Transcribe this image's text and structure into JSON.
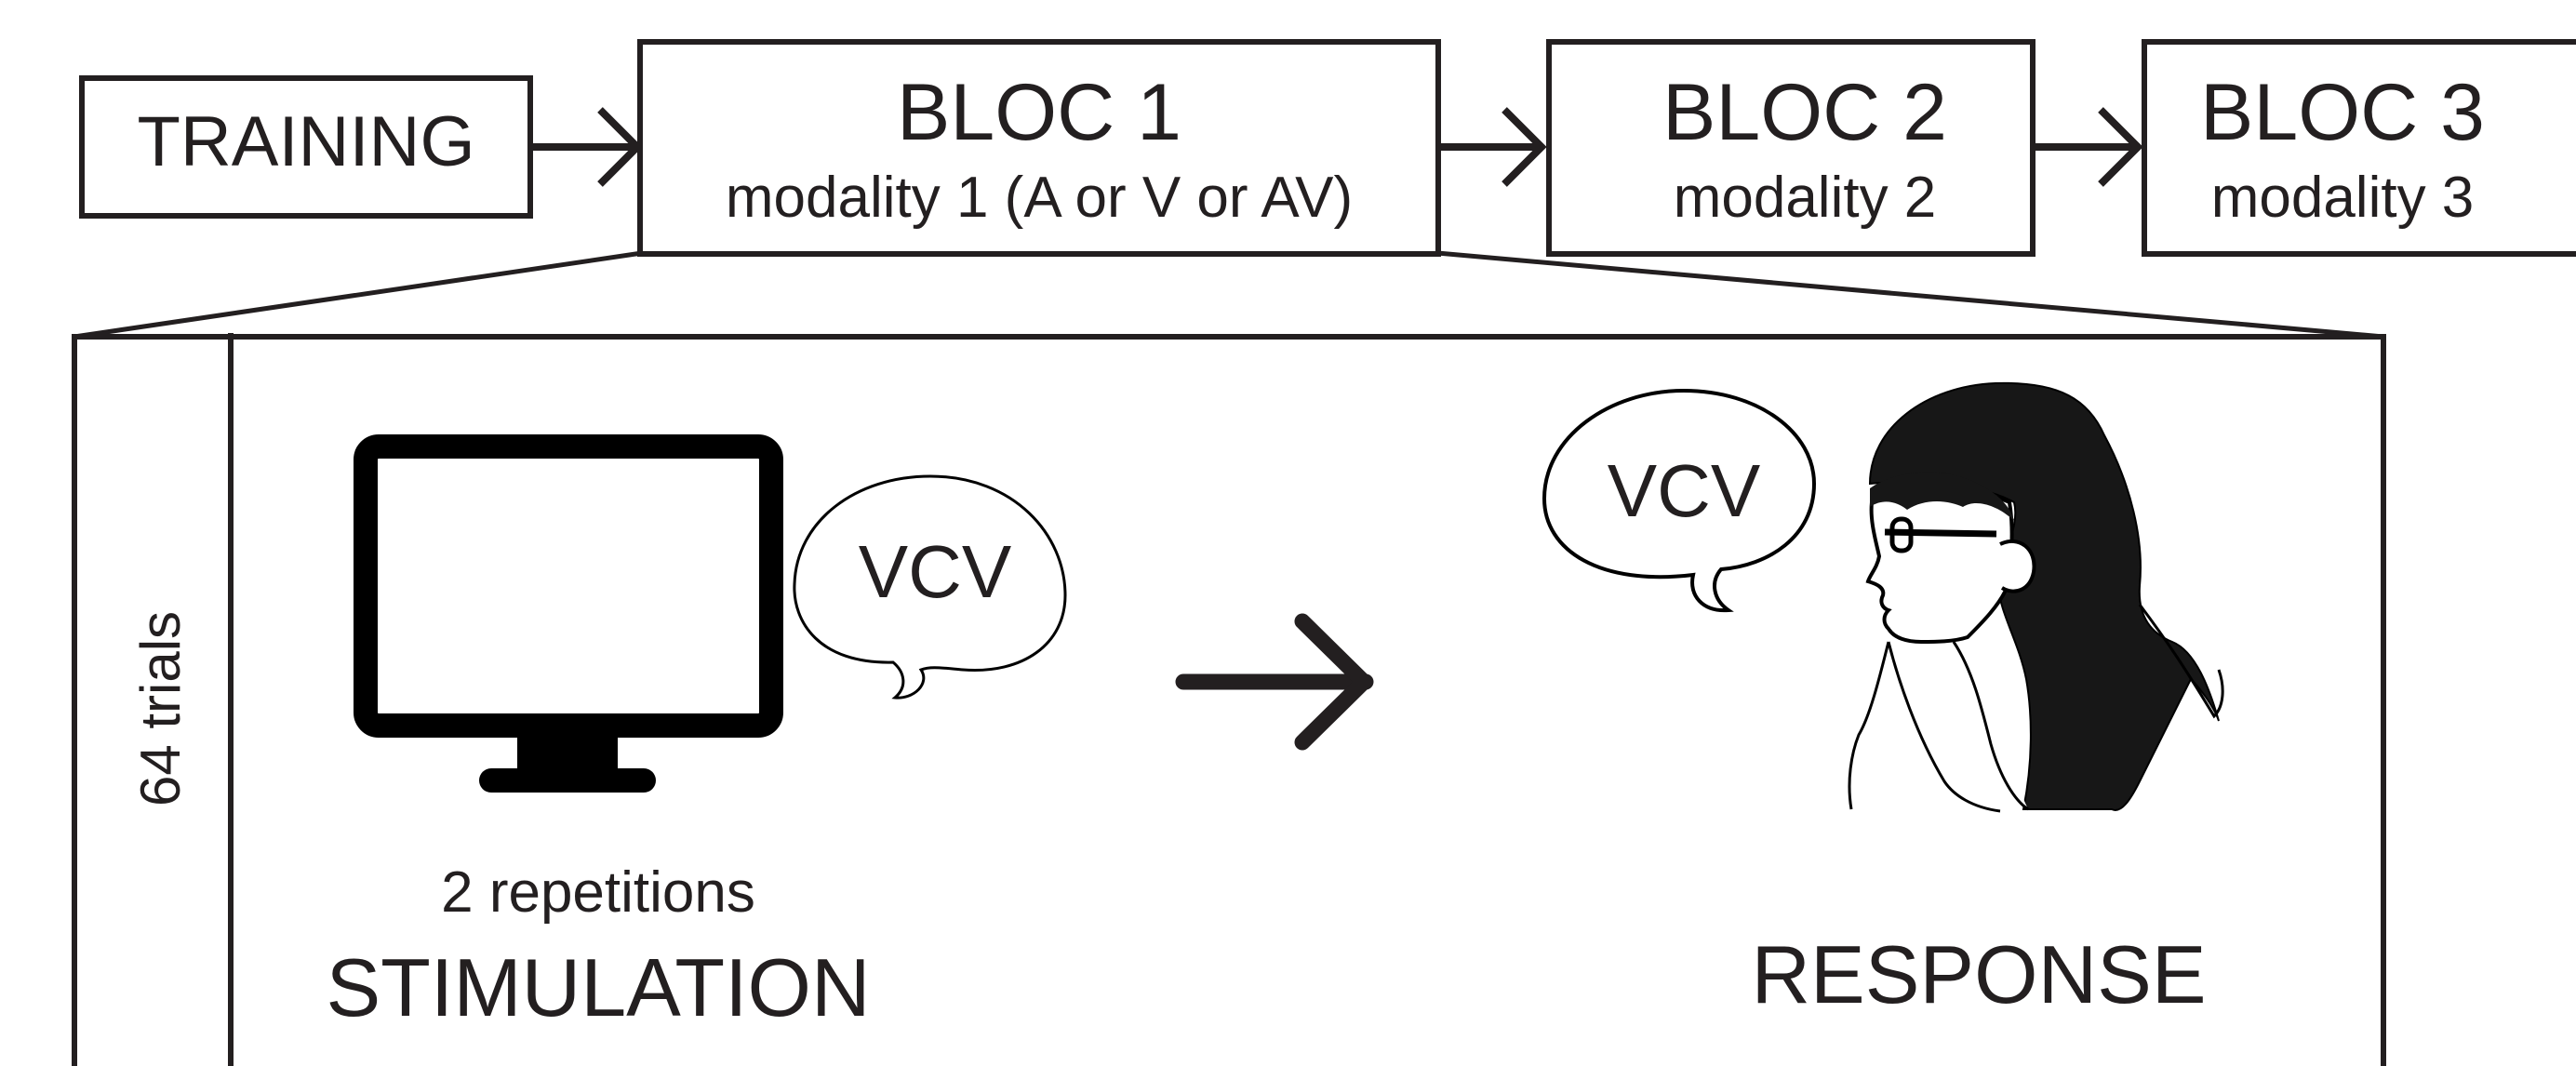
{
  "stages": [
    {
      "title": "TRAINING",
      "subtitle": ""
    },
    {
      "title": "BLOC 1",
      "subtitle": "modality 1 (A or V or AV)"
    },
    {
      "title": "BLOC 2",
      "subtitle": "modality 2"
    },
    {
      "title": "BLOC 3",
      "subtitle": "modality 3"
    }
  ],
  "detail": {
    "trials_label": "64 trials",
    "stimulation": {
      "speech_text": "VCV",
      "repetitions": "2 repetitions",
      "label": "STIMULATION",
      "icon": "monitor-icon"
    },
    "response": {
      "speech_text": "VCV",
      "label": "RESPONSE",
      "icon": "person-speaking-icon"
    }
  },
  "colors": {
    "ink": "#231f20",
    "hair": "#171717",
    "background": "#ffffff"
  }
}
